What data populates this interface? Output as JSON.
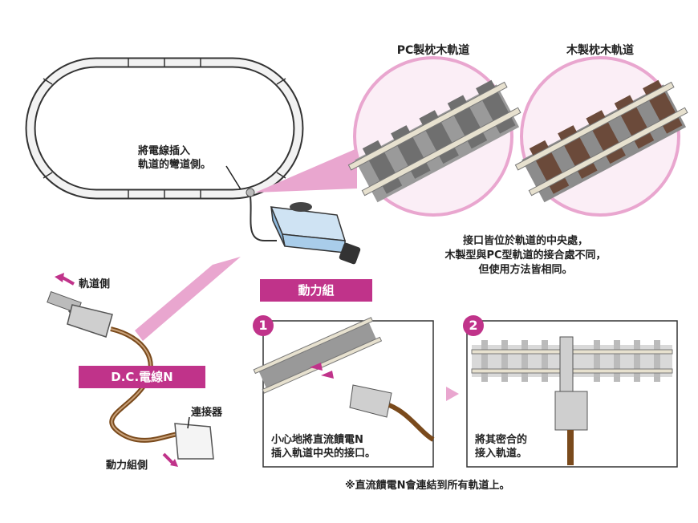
{
  "circles": {
    "pc_title": "PC製枕木軌道",
    "wood_title": "木製枕木軌道"
  },
  "oval_note": [
    "將電線插入",
    "軌道的彎道側。"
  ],
  "joint_note": [
    "接口皆位於軌道的中央處，",
    "木製型與PC型軌道的接合處不同，",
    "但使用方法皆相同。"
  ],
  "power_unit_banner": "動力組",
  "cable_banner": "D.C.電線N",
  "track_side_label": "軌道側",
  "connector_label": "連接器",
  "power_side_label": "動力組側",
  "steps": [
    {
      "number": "1",
      "text": [
        "小心地將直流饋電N",
        "插入軌道中央的接口。"
      ]
    },
    {
      "number": "2",
      "text": [
        "將其密合的",
        "接入軌道。"
      ]
    }
  ],
  "footnote": "※直流饋電N會連結到所有軌道上。",
  "colors": {
    "accent": "#c0338a",
    "accent_light": "#e9a6cf",
    "track_wood": "#6b4a3a",
    "cable": "#7a4a1c",
    "power_unit": "#a9cdea"
  }
}
